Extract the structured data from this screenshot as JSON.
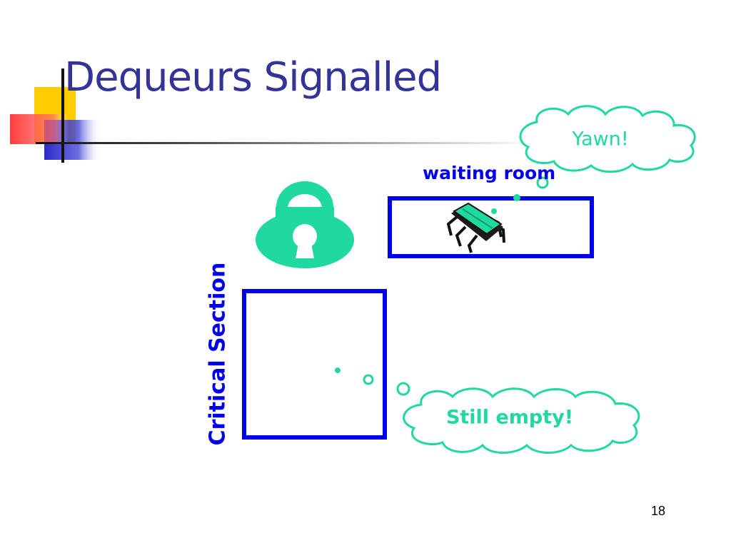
{
  "slide": {
    "title": "Dequeurs Signalled",
    "critical_section_label": "Critical Section",
    "waiting_room_label": "waiting room",
    "thought_yawn": "Yawn!",
    "thought_empty": "Still empty!",
    "page_number": "18"
  },
  "colors": {
    "title": "#333399",
    "box_outline": "#0000ee",
    "mint": "#1fd9a0",
    "deco_yellow": "#ffcc00",
    "deco_red": "#ff3333",
    "deco_blue": "#3333cc"
  },
  "icons": [
    "lock-icon",
    "dequeuer-bug-icon",
    "thought-cloud"
  ]
}
